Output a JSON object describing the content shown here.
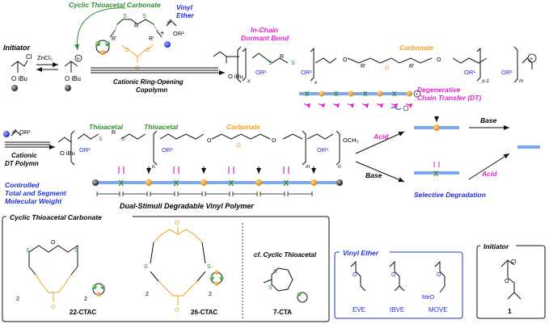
{
  "colors": {
    "green": "#2e8b2e",
    "blue": "#1f2fd6",
    "magenta": "#e020c8",
    "orange": "#f0a020",
    "chain": "#7fa8e8",
    "black": "#111111"
  },
  "top": {
    "initiator_label": "Initiator",
    "initiator_cl": "Cl",
    "initiator_oibu": "O iBu",
    "catalyst": "ZnCl₂",
    "monomer_title": "Cyclic Thioacetal Carbonate",
    "vinyl_ether_title": "Vinyl",
    "vinyl_ether_title2": "Ether",
    "or1": "OR¹",
    "plus": "+",
    "arrow_label_1": "Cationic Ring-Opening",
    "arrow_label_2": "Copolymn",
    "in_chain_1": "In-Chain",
    "in_chain_2": "Dormant Bond",
    "carbonate": "Carbonate",
    "dt_1": "Degenerative",
    "dt_2": "Chain Transfer (DT)",
    "sub_x": "x",
    "sub_x1": "x-1",
    "sub_m": "m",
    "plus_charge": "+",
    "s": "S",
    "r": "R",
    "rprime": "R'",
    "o": "O"
  },
  "middle": {
    "thioacetal_1": "Thioacetal",
    "thioacetal_2": "Thioacetal",
    "carbonate": "Carbonate",
    "arrow_label_1": "Cationic",
    "arrow_label_2": "DT Polymn",
    "och3": "OCH₃",
    "sub_n": "n",
    "sub_m": "m",
    "controlled_1": "Controlled",
    "controlled_2": "Total and Segment",
    "controlled_3": "Molecular Weight",
    "polymer_label": "Dual-Stimuli Degradable Vinyl Polymer",
    "acid": "Acid",
    "base": "Base",
    "selective": "Selective Degradation"
  },
  "bottom": {
    "box_title": "Cyclic Thioacetal Carbonate",
    "ctac22": "22-CTAC",
    "ctac26": "26-CTAC",
    "cf_title": "cf. Cyclic Thioacetal",
    "cta7": "7-CTA",
    "sub2": "2",
    "vinyl_title": "Vinyl Ether",
    "eve": "EVE",
    "ibve": "IBVE",
    "move": "MOVE",
    "meo": "MeO",
    "initiator_title": "Initiator",
    "initiator_num": "1"
  }
}
